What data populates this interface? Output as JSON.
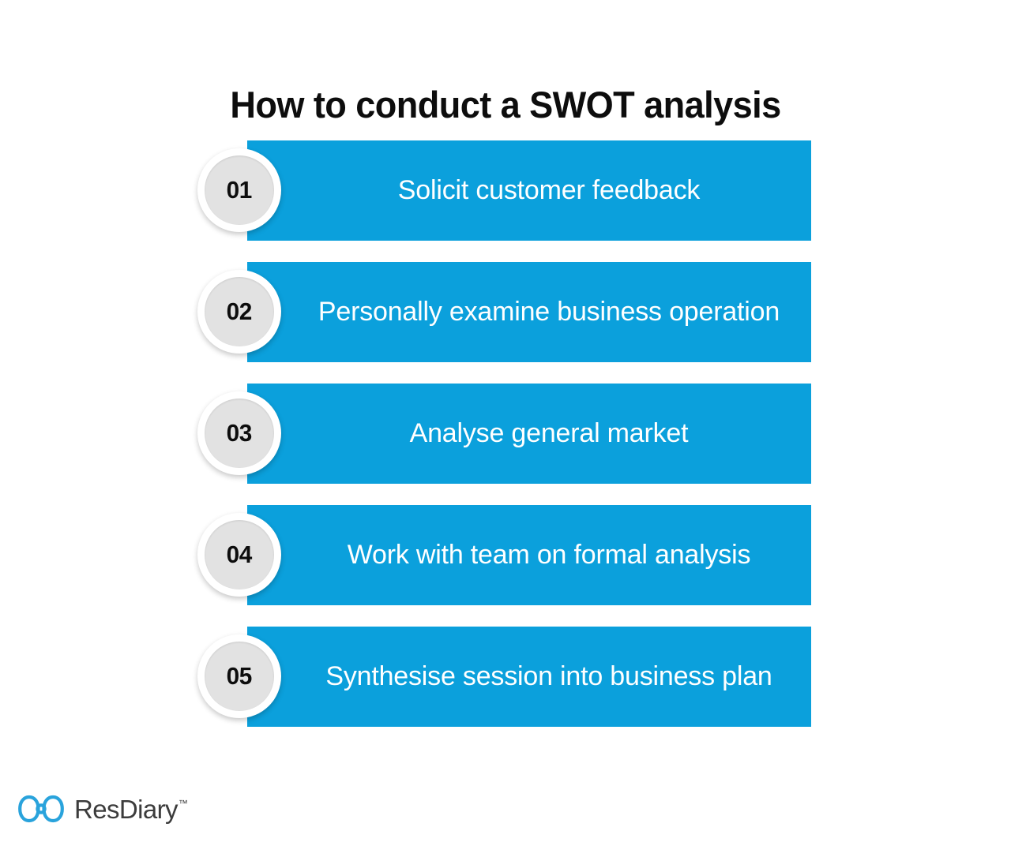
{
  "page": {
    "title": "How to conduct a SWOT analysis",
    "background_color": "#ffffff",
    "accent_color": "#0ba0dc",
    "badge_ring_color": "#ffffff",
    "badge_disc_color": "#e2e2e2",
    "title_color": "#0d0d0d",
    "step_label_color": "#ffffff"
  },
  "steps": [
    {
      "number": "01",
      "label": "Solicit customer feedback"
    },
    {
      "number": "02",
      "label": "Personally examine business operation"
    },
    {
      "number": "03",
      "label": "Analyse general market"
    },
    {
      "number": "04",
      "label": "Work with team on formal analysis"
    },
    {
      "number": "05",
      "label": "Synthesise session into business plan"
    }
  ],
  "brand": {
    "name": "ResDiary",
    "trademark": "™",
    "mark_icon": "resdiary-bowtie-icon",
    "mark_color": "#29a3dc",
    "wordmark_color": "#3c3c3c"
  }
}
